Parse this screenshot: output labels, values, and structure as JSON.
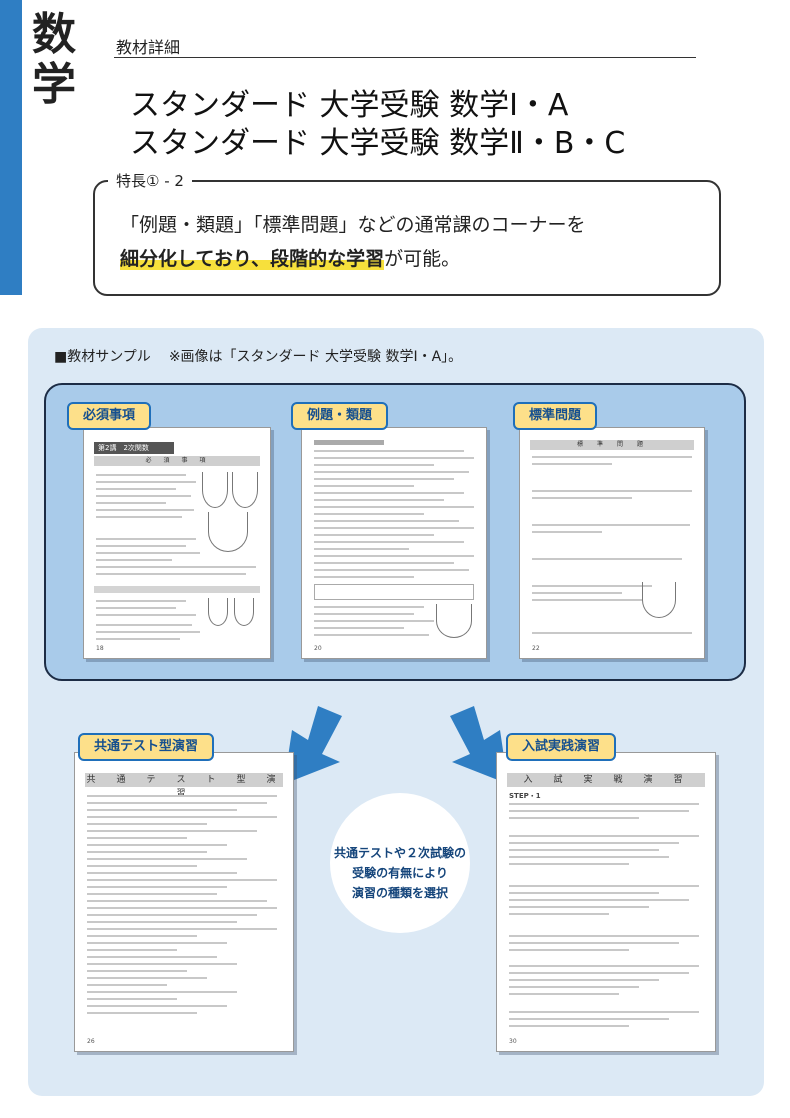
{
  "header": {
    "subject": "数学",
    "label": "教材詳細",
    "title_line1": "スタンダード 大学受験 数学Ⅰ・A",
    "title_line2": "スタンダード 大学受験 数学Ⅱ・B・C"
  },
  "feature": {
    "label": "特長① - 2",
    "line1": "「例題・類題」「標準問題」などの通常課のコーナーを",
    "line2_highlight": "細分化しており、段階的な学習",
    "line2_rest": "が可能。"
  },
  "sample": {
    "heading": "■教材サンプル",
    "note": "※画像は「スタンダード 大学受験 数学Ⅰ・A」。",
    "tags": {
      "essentials": "必須事項",
      "examples": "例題・類題",
      "standard": "標準問題",
      "common_test": "共通テスト型演習",
      "entrance": "入試実践演習"
    },
    "center_text": [
      "共通テストや２次試験の",
      "受験の有無により",
      "演習の種類を選択"
    ],
    "page_thumbs": {
      "essentials_chapter": "第2講　2次関数",
      "essentials_section": "必　須　事　項",
      "standard_header": "標　準　問　題",
      "common_header": "共　通　テ　ス　ト　型　演　習",
      "entrance_header": "入　試　実　戦　演　習",
      "entrance_step": "STEP・1",
      "page_numbers": [
        "18",
        "20",
        "22",
        "26",
        "30"
      ]
    }
  },
  "colors": {
    "accent_blue": "#2f7ec3",
    "panel_light": "#dce9f5",
    "panel_mid": "#a9cbea",
    "tag_fill": "#fde08a",
    "highlight": "#f7e03c"
  }
}
